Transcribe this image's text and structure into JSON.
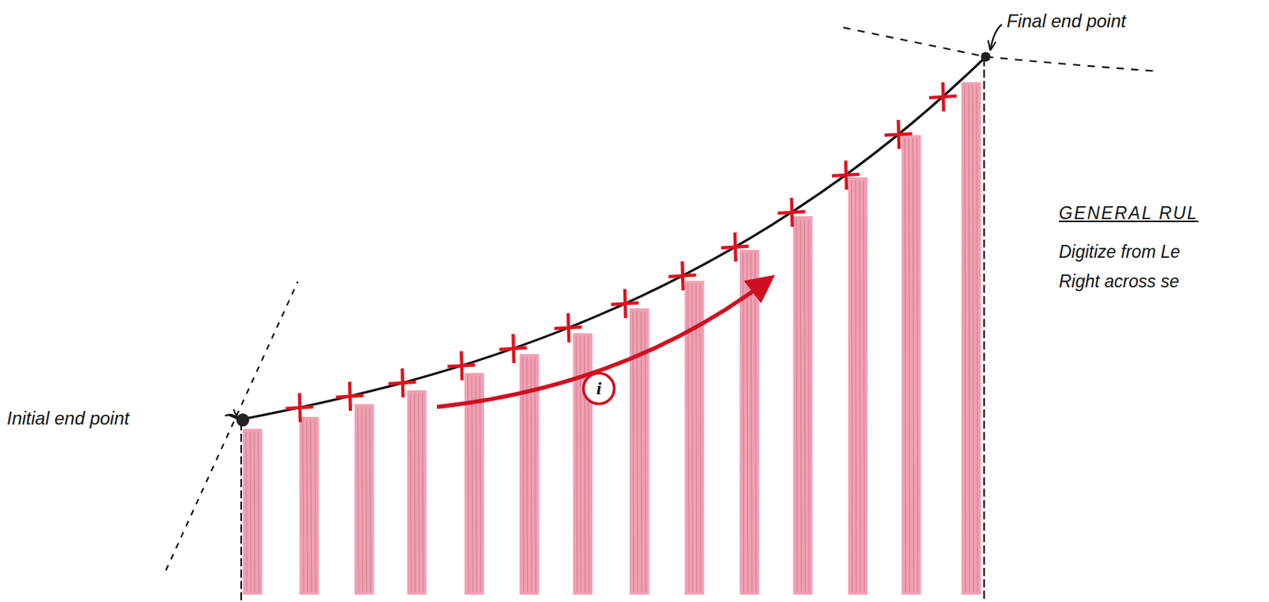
{
  "diagram": {
    "nodes": [
      {
        "text": [
          "i"
        ]
      }
    ],
    "labels": [
      "Initial end point",
      "Final end point",
      "GENERAL RUL",
      "Digitize from Le",
      "Right across se"
    ]
  }
}
